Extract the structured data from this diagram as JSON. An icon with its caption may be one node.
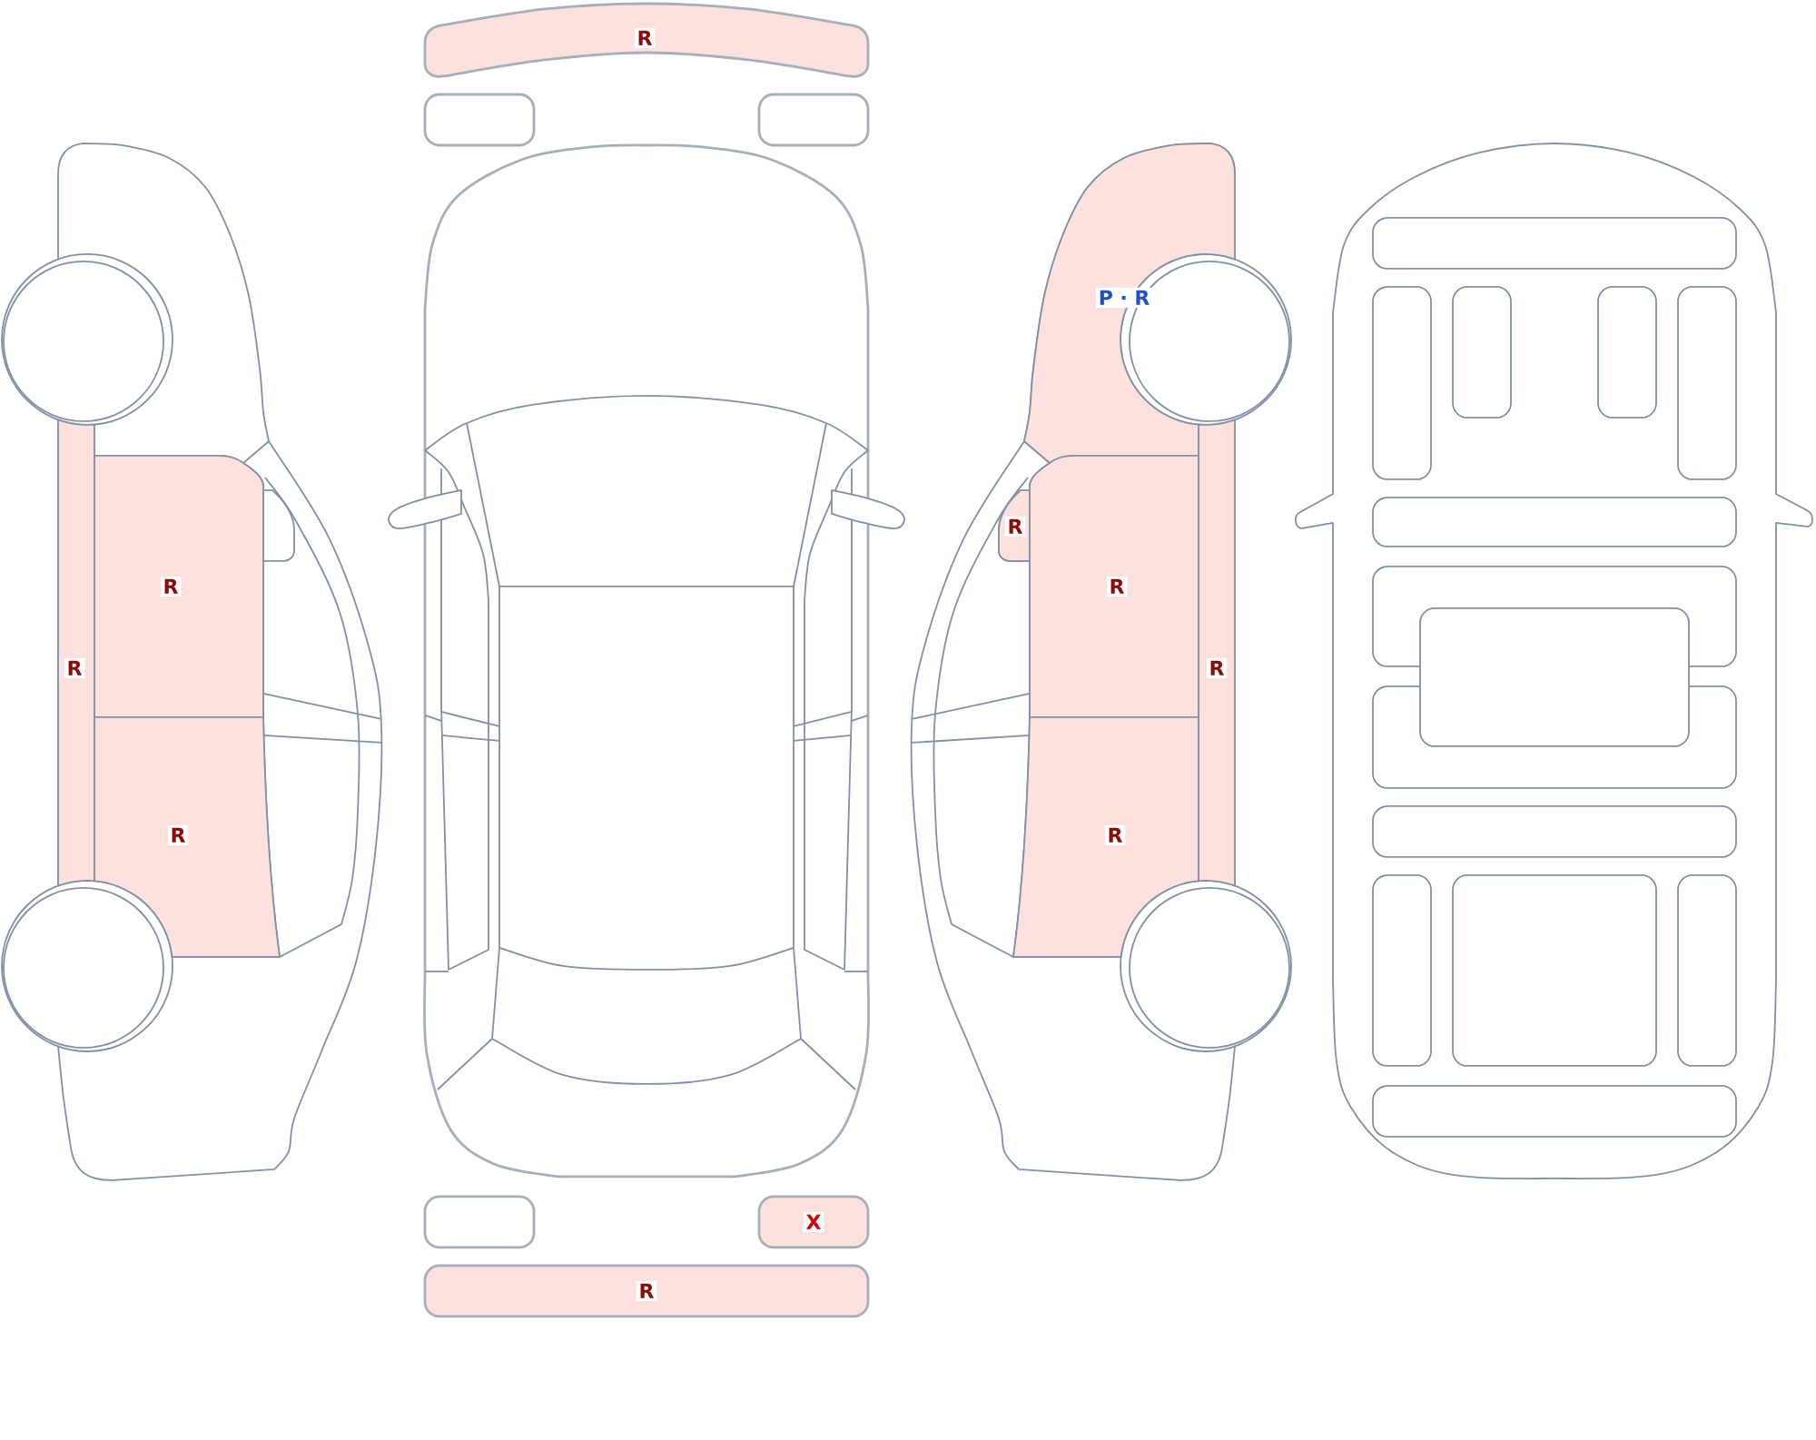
{
  "diagram": {
    "nodes": [
      {
        "text": [
          "R"
        ]
      },
      {
        "text": [],
        "shape": "box"
      },
      {
        "text": [],
        "shape": "box"
      },
      {
        "text": [
          "P · R"
        ]
      },
      {
        "text": [
          "R"
        ]
      },
      {
        "text": [
          "R"
        ]
      },
      {
        "text": [
          "R"
        ]
      },
      {
        "text": [
          "R"
        ]
      },
      {
        "text": [
          "R"
        ]
      },
      {
        "text": [
          "R"
        ]
      },
      {
        "text": [
          "R"
        ]
      },
      {
        "text": [],
        "shape": "box"
      },
      {
        "text": [
          "X"
        ]
      },
      {
        "text": [
          "R"
        ]
      }
    ]
  }
}
